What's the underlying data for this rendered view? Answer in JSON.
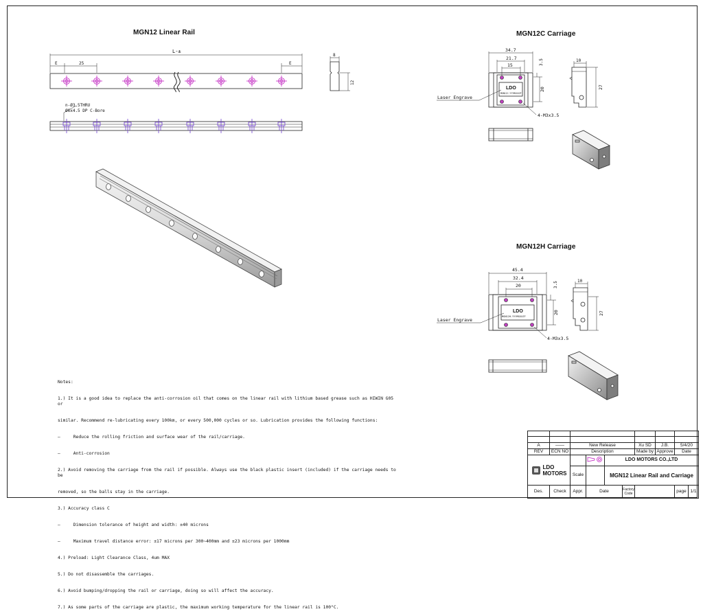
{
  "titles": {
    "rail": "MGN12 Linear Rail",
    "carriage_c": "MGN12C Carriage",
    "carriage_h": "MGN12H Carriage"
  },
  "rail_dims": {
    "length": "L-±",
    "end_left": "E",
    "end_right": "E",
    "pitch": "25",
    "width": "8",
    "height": "12",
    "hole_note_1": "n-Ø3.5THRU",
    "hole_note_2": "Ø6x4.5 DP C-Bore"
  },
  "carriage_c_dims": {
    "overall_width": "34.7",
    "body_width": "21.7",
    "hole_spacing": "15",
    "top_offset": "3.5",
    "hole_pitch": "20",
    "side_width": "10",
    "side_height": "27",
    "marking_brand": "LDO",
    "marking_code": "MGN12C-YYYMXXXZF",
    "thread": "4-M3x3.5",
    "engrave_label": "Laser Engrave"
  },
  "carriage_h_dims": {
    "overall_width": "45.4",
    "body_width": "32.4",
    "hole_spacing": "20",
    "top_offset": "3.5",
    "hole_pitch": "20",
    "side_width": "10",
    "side_height": "27",
    "marking_brand": "LDO",
    "marking_code": "MGN12H-YYYMXXXZF",
    "thread": "4-M3x3.5",
    "engrave_label": "Laser Engrave"
  },
  "notes": [
    "Notes:",
    "1.) It is a good idea to replace the anti-corrosion oil that comes on the linear rail with lithium based grease such as HIWIN G05 or",
    "similar. Recommend re-lubricating every 100km, or every 500,000 cycles or so. Lubrication provides the following functions:",
    "–     Reduce the rolling friction and surface wear of the rail/carriage.",
    "–     Anti-corrosion",
    "2.) Avoid removing the carriage from the rail if possible. Always use the black plastic insert (included) if the carriage needs to be",
    "removed, so the balls stay in the carriage.",
    "3.) Accuracy class C",
    "–     Dimension tolerance of height and width: ±40 microns",
    "–     Maximum travel distance error: ±17 microns per 300~400mm and ±23 microns per 1000mm",
    "4.) Preload: Light Clearance Class, 4um MAX",
    "5.) Do not disassemble the carriages.",
    "6.) Avoid bumping/dropping the rail or carriage, doing so will affect the accuracy.",
    "7.) As some parts of the carriage are plastic, the maximum working temperature for the linear rail is 100°C."
  ],
  "title_block": {
    "rev": "A",
    "ecn": "——",
    "description": "New Release",
    "made_by": "Xu SD",
    "approve": "J.B.",
    "date": "5/4/20",
    "rev_label": "REV",
    "ecn_label": "ECN NO",
    "desc_label": "Description",
    "made_label": "Made by",
    "approve_label": "Approve",
    "date_label": "Date",
    "company": "LDO MOTORS CO.,LTD",
    "scale_label": "Scale",
    "drawing_title": "MGN12 Linear Rail and Carriage",
    "logo_line1": "LDO",
    "logo_line2": "MOTORS",
    "des_label": "Des.",
    "check_label": "Check",
    "appr_label": "Appr.",
    "date2_label": "Date",
    "factory_label": "Factory Code",
    "page_label": "page",
    "page_value": "1/1"
  }
}
